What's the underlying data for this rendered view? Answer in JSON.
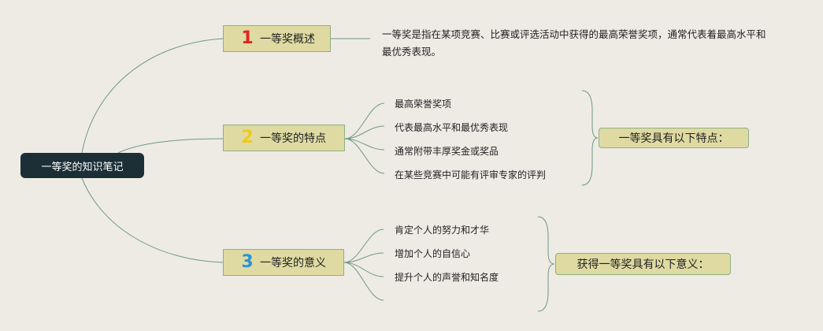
{
  "root": {
    "label": "一等奖的知识笔记"
  },
  "branches": [
    {
      "num": "1",
      "num_color": "#e02424",
      "label": "一等奖概述",
      "description": "一等奖是指在某项竞赛、比赛或评选活动中获得的最高荣誉奖项，通常代表着最高水平和最优秀表现。"
    },
    {
      "num": "2",
      "num_color": "#f2c81c",
      "label": "一等奖的特点",
      "items": [
        "最高荣誉奖项",
        "代表最高水平和最优秀表现",
        "通常附带丰厚奖金或奖品",
        "在某些竞赛中可能有评审专家的评判"
      ],
      "summary": "一等奖具有以下特点："
    },
    {
      "num": "3",
      "num_color": "#2a93d5",
      "label": "一等奖的意义",
      "items": [
        "肯定个人的努力和才华",
        "增加个人的自信心",
        "提升个人的声誉和知名度"
      ],
      "summary": "获得一等奖具有以下意义："
    }
  ],
  "colors": {
    "connector": "#6f9a80",
    "node_fill": "#dedaa2",
    "root_fill": "#1c2f37",
    "background": "#eeebe4"
  }
}
